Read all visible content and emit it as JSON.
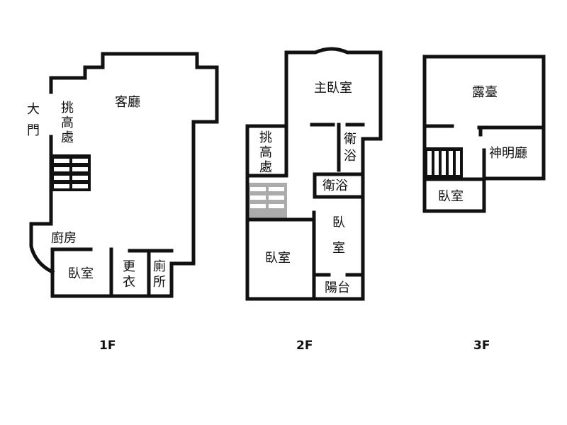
{
  "floors": [
    {
      "label": "1F",
      "rooms": {
        "main_entrance": [
          "大",
          "門"
        ],
        "void": [
          "挑",
          "高",
          "處"
        ],
        "living_room": "客廳",
        "kitchen": "廚房",
        "bedroom": "臥室",
        "dressing": [
          "更",
          "衣"
        ],
        "toilet": [
          "廁",
          "所"
        ]
      }
    },
    {
      "label": "2F",
      "rooms": {
        "master_bedroom": "主臥室",
        "void": [
          "挑",
          "高",
          "處"
        ],
        "bathroom_1": [
          "衛",
          "浴"
        ],
        "bathroom_2": "衛浴",
        "bedroom_right": [
          "臥",
          "室"
        ],
        "bedroom_left": "臥室",
        "balcony": "陽台"
      }
    },
    {
      "label": "3F",
      "rooms": {
        "terrace": "露臺",
        "shrine_room": "神明廳",
        "bedroom": "臥室"
      }
    }
  ],
  "colors": {
    "wall": "#111111",
    "background": "#ffffff"
  }
}
